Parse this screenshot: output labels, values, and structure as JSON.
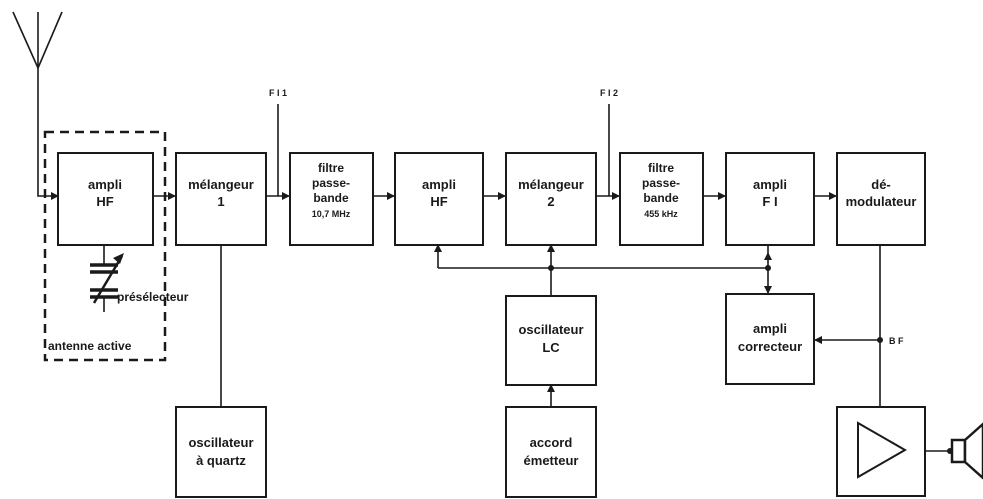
{
  "blocks": {
    "ampli_hf_1": [
      "ampli",
      "HF"
    ],
    "melangeur_1": [
      "mélangeur",
      "1"
    ],
    "filtre_1": [
      "filtre",
      "passe-",
      "bande",
      "10,7 MHz"
    ],
    "ampli_hf_2": [
      "ampli",
      "HF"
    ],
    "melangeur_2": [
      "mélangeur",
      "2"
    ],
    "filtre_2": [
      "filtre",
      "passe-",
      "bande",
      "455 kHz"
    ],
    "ampli_fi": [
      "ampli",
      "F I"
    ],
    "demodulateur": [
      "dé-",
      "modulateur"
    ],
    "oscillateur_quartz": [
      "oscillateur",
      "à quartz"
    ],
    "oscillateur_lc": [
      "oscillateur",
      "LC"
    ],
    "accord_emetteur": [
      "accord",
      "émetteur"
    ],
    "ampli_correcteur": [
      "ampli",
      "correcteur"
    ]
  },
  "labels": {
    "fi1": "F I 1",
    "fi2": "F I 2",
    "preselecteur": "présélecteur",
    "antenne_active": "antenne active",
    "bf": "B F"
  }
}
